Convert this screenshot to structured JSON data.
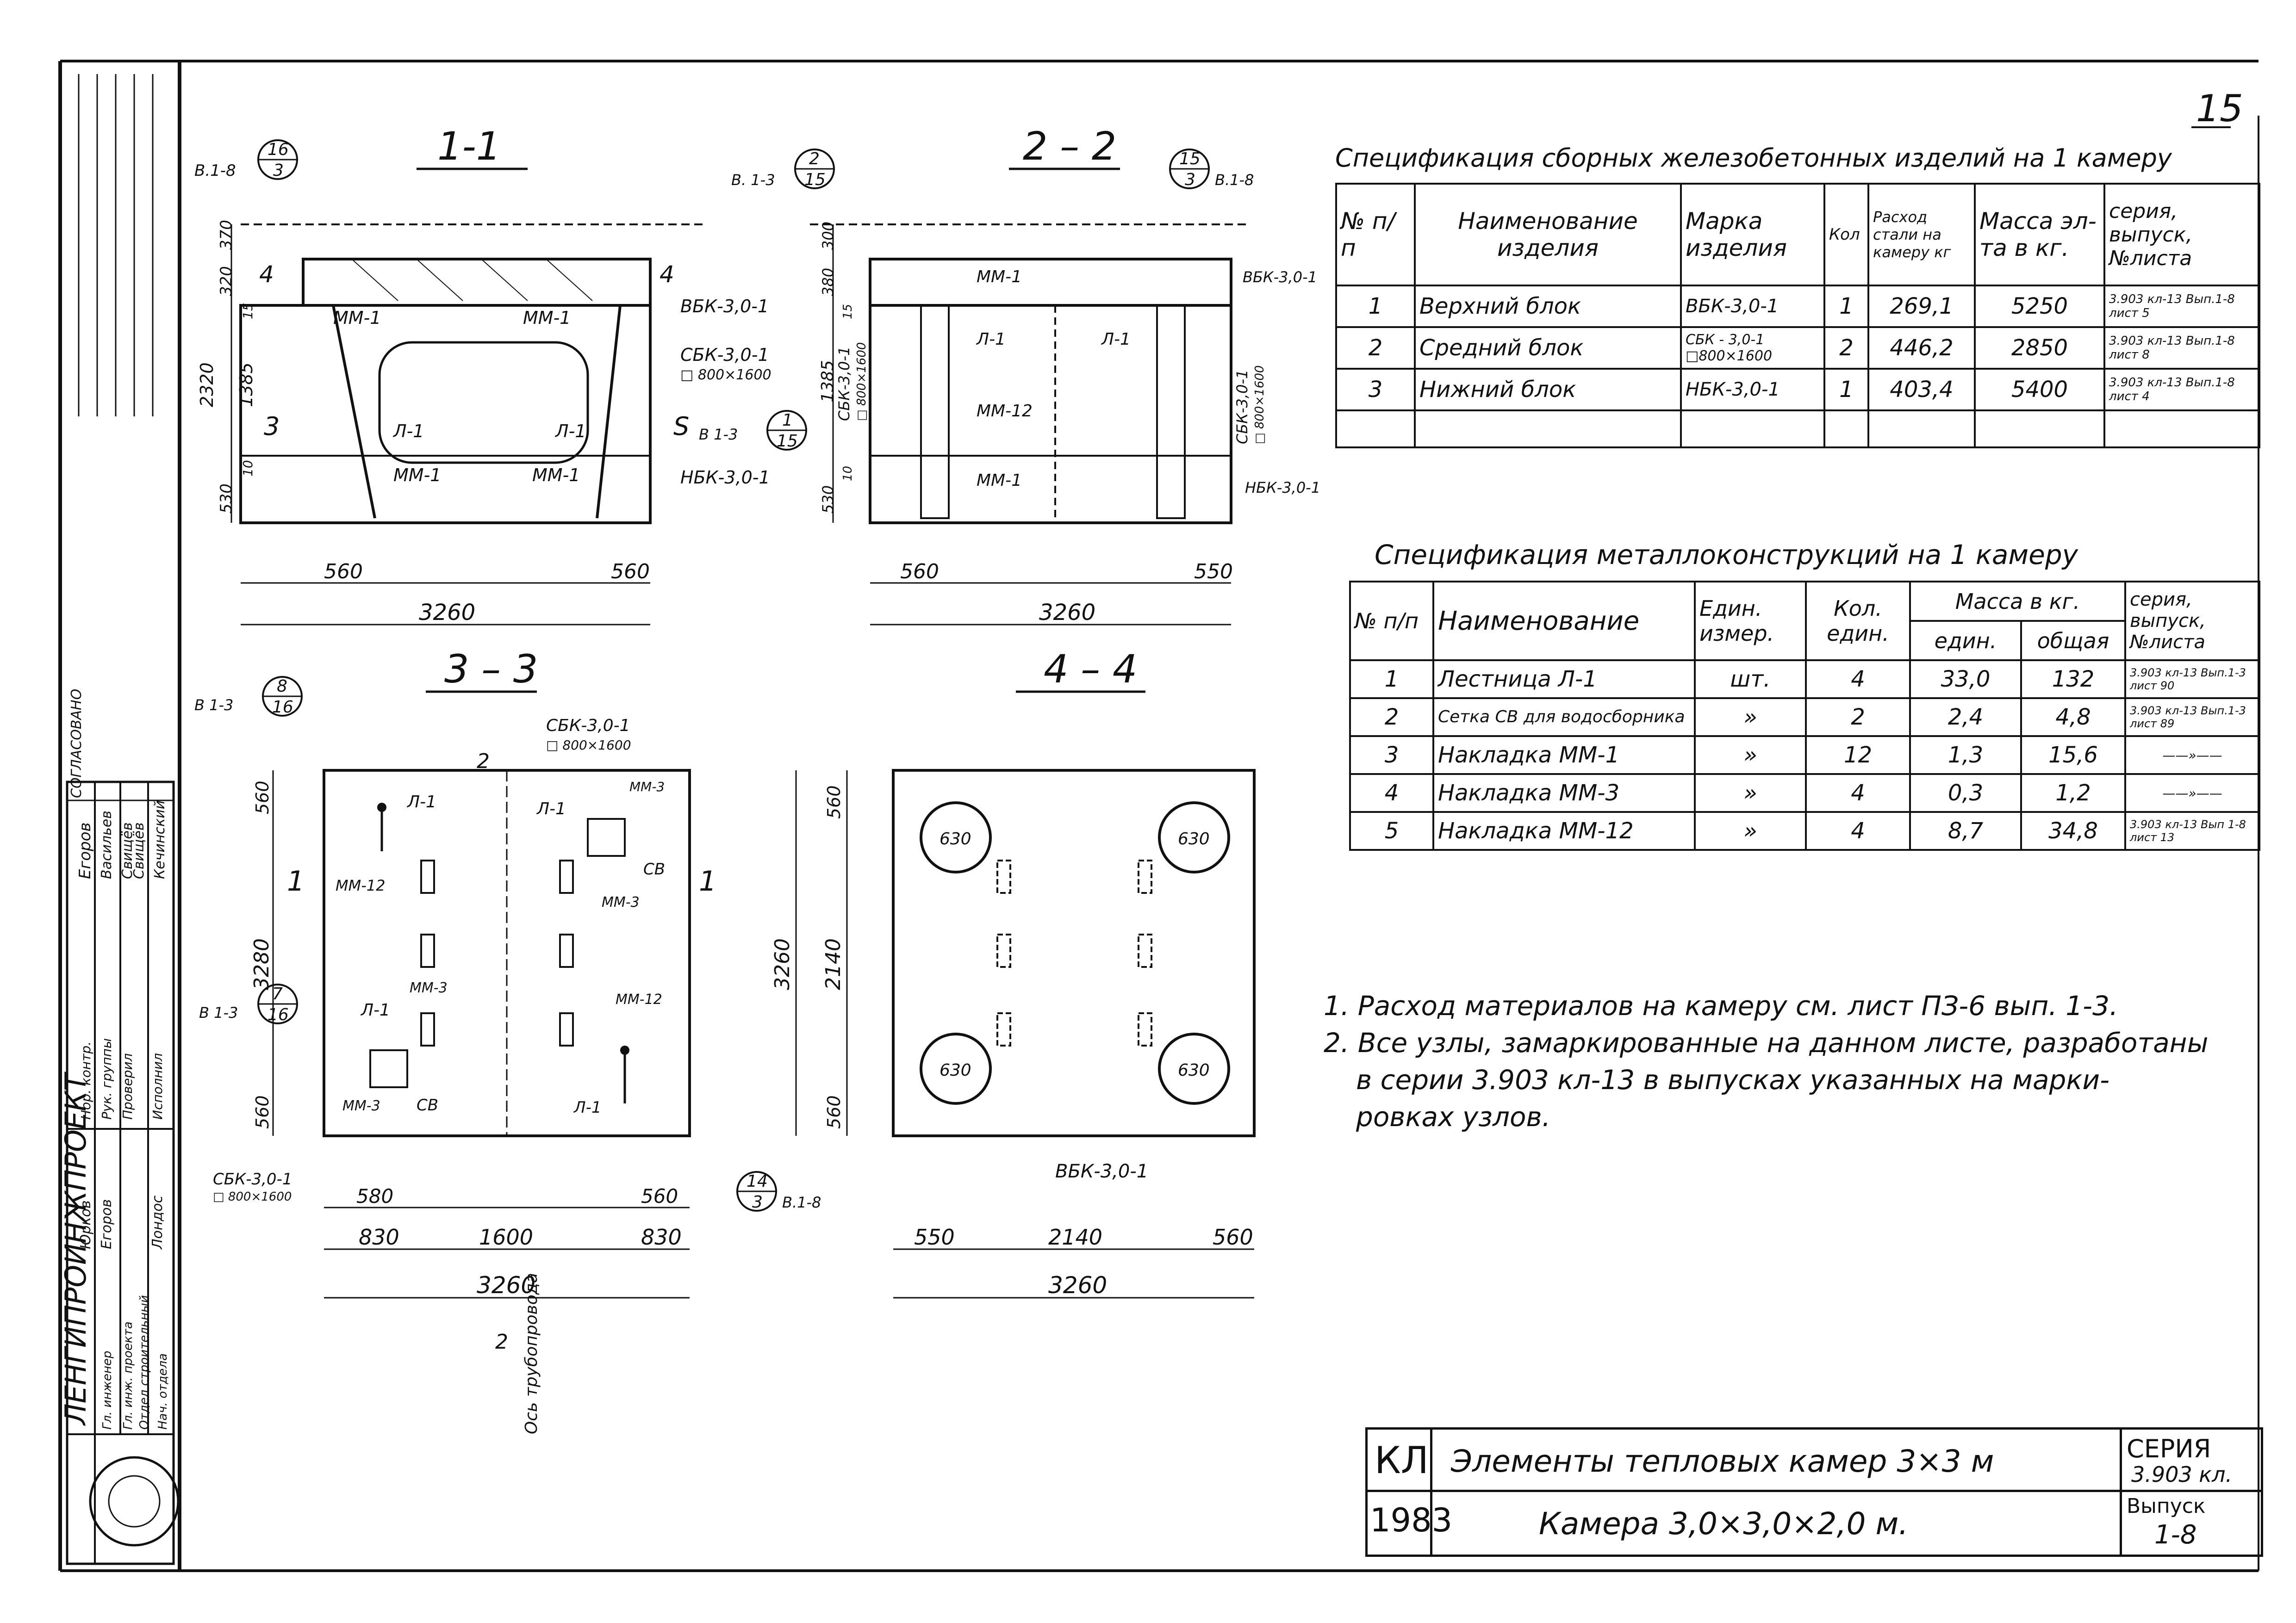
{
  "sheet": {
    "page_number": "15",
    "organization": "ЛЕНГИПРОИНЖПРОЕКТ",
    "approval_block": {
      "soglasovano": "СОГЛАСОВАНО",
      "egorov": "Егоров",
      "names": [
        "Васильев",
        "Свищёв",
        "Свищёв",
        "Кечинский"
      ],
      "roles": [
        "Нор. контр.",
        "Рук. группы",
        "Проверил",
        "Исполнил"
      ],
      "people": [
        "Юрков",
        "Егоров",
        "Лондос"
      ],
      "dept": [
        "Гл. инженер",
        "Гл. инж. проекта",
        "Отдел строительный",
        "Нач. отдела"
      ]
    }
  },
  "sections": {
    "s11": {
      "title": "1-1",
      "callout_top": [
        "16",
        "3"
      ],
      "callout_top_ref": "В.1-8",
      "callout_right": [
        "1",
        "15"
      ],
      "callout_right_ref": "В 1-3",
      "labels": [
        "ММ-1",
        "ММ-1",
        "Л-1",
        "Л-1",
        "ММ-1",
        "ММ-1"
      ],
      "blocks": [
        "ВБК-3,0-1",
        "СБК-3,0-1",
        "□ 800×1600",
        "НБК-3,0-1"
      ],
      "section_marks": [
        "4",
        "4",
        "3",
        "S"
      ],
      "dims_v": [
        "370",
        "320",
        "2320",
        "1385",
        "530",
        "10",
        "15"
      ],
      "dims_h": [
        "560",
        "560",
        "3260"
      ]
    },
    "s22": {
      "title": "2 – 2",
      "callout_a": [
        "2",
        "15"
      ],
      "callout_a_ref": "В. 1-3",
      "callout_b": [
        "15",
        "3"
      ],
      "callout_b_ref": "В.1-8",
      "labels": [
        "ММ-1",
        "Л-1",
        "Л-1",
        "ММ-12",
        "ММ-1"
      ],
      "blocks": [
        "ВБК-3,0-1",
        "СБК-3,0-1",
        "□ 800×1600",
        "СБК-3,0-1",
        "□ 800×1600",
        "НБК-3,0-1"
      ],
      "dims_v": [
        "300",
        "380",
        "1385",
        "15",
        "10",
        "530"
      ],
      "dims_h": [
        "560",
        "550",
        "3260"
      ]
    },
    "s33": {
      "title": "3 – 3",
      "callout_a": [
        "8",
        "16"
      ],
      "callout_a_ref": "В 1-3",
      "callout_b": [
        "7",
        "16"
      ],
      "callout_b_ref": "В 1-3",
      "callout_c": [
        "14",
        "3"
      ],
      "callout_c_ref": "В.1-8",
      "labels": [
        "Л-1",
        "Л-1",
        "ММ-3",
        "СВ",
        "ММ-3",
        "ММ-12",
        "Л-1",
        "ММ-3",
        "ММ-3",
        "СВ",
        "Л-1",
        "ММ-12"
      ],
      "blocks": [
        "СБК-3,0-1",
        "□ 800×1600",
        "СБК-3,0-1",
        "□ 800×1600"
      ],
      "section_marks": [
        "2",
        "1",
        "1",
        "2"
      ],
      "axis_label": "Ось трубопровода",
      "dims_v": [
        "560",
        "3280",
        "560"
      ],
      "dims_h": [
        "580",
        "560",
        "830",
        "1600",
        "830",
        "3260"
      ]
    },
    "s44": {
      "title": "4 – 4",
      "hole": "630",
      "block": "ВБК-3,0-1",
      "dims_v": [
        "560",
        "3260",
        "2140",
        "560"
      ],
      "dims_h": [
        "550",
        "2140",
        "560",
        "3260"
      ]
    }
  },
  "spec_rc": {
    "title": "Спецификация сборных железобетонных изделий на 1 камеру",
    "headers": [
      "№ п/п",
      "Наименование изделия",
      "Марка изделия",
      "Кол",
      "Расход стали на камеру кг",
      "Масса эл-та в кг.",
      "серия, выпуск, №листа"
    ],
    "rows": [
      [
        "1",
        "Верхний блок",
        "ВБК-3,0-1",
        "1",
        "269,1",
        "5250",
        "3.903 кл-13 Вып.1-8 лист 5"
      ],
      [
        "2",
        "Средний блок",
        "СБК - 3,0-1 □800×1600",
        "2",
        "446,2",
        "2850",
        "3.903 кл-13 Вып.1-8 лист 8"
      ],
      [
        "3",
        "Нижний блок",
        "НБК-3,0-1",
        "1",
        "403,4",
        "5400",
        "3.903 кл-13 Вып.1-8 лист 4"
      ]
    ]
  },
  "spec_metal": {
    "title": "Спецификация металлоконструкций на 1 камеру",
    "headers": [
      "№ п/п",
      "Наименование",
      "Един. измер.",
      "Кол. един.",
      "Масса в кг.",
      "един.",
      "общая",
      "серия, выпуск, №листа"
    ],
    "rows": [
      [
        "1",
        "Лестница Л-1",
        "шт.",
        "4",
        "33,0",
        "132",
        "3.903 кл-13 Вып.1-3 лист 90"
      ],
      [
        "2",
        "Сетка СВ для водосборника",
        "»",
        "2",
        "2,4",
        "4,8",
        "3.903 кл-13 Вып.1-3 лист 89"
      ],
      [
        "3",
        "Накладка ММ-1",
        "»",
        "12",
        "1,3",
        "15,6",
        "——»——"
      ],
      [
        "4",
        "Накладка ММ-3",
        "»",
        "4",
        "0,3",
        "1,2",
        "——»——"
      ],
      [
        "5",
        "Накладка ММ-12",
        "»",
        "4",
        "8,7",
        "34,8",
        "3.903 кл-13 Вып 1-8 лист 13"
      ]
    ]
  },
  "notes": [
    "1. Расход материалов на камеру см. лист ПЗ-6 вып. 1-3.",
    "2. Все узлы, замаркированные на данном листе, разработаны",
    "в серии 3.903 кл-13 в выпусках указанных на марки-",
    "ровках узлов."
  ],
  "title_block": {
    "code": "КЛ",
    "year": "1983",
    "title": "Элементы тепловых камер 3×3 м",
    "subtitle": "Камера 3,0×3,0×2,0 м.",
    "series_label": "СЕРИЯ",
    "series": "3.903 кл.",
    "issue_label": "Выпуск",
    "issue": "1-8"
  }
}
